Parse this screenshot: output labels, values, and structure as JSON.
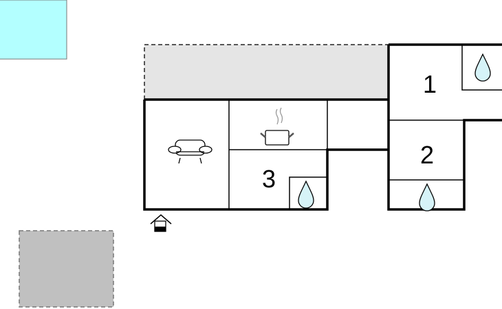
{
  "plan": {
    "rooms": [
      {
        "id": "bedroom-1",
        "label": "1"
      },
      {
        "id": "bedroom-2",
        "label": "2"
      },
      {
        "id": "bedroom-3",
        "label": "3"
      }
    ],
    "icons": [
      "sofa-icon",
      "cooking-pot-icon",
      "water-drop-icon",
      "entrance-icon"
    ],
    "colors": {
      "pool": "#b3ffff",
      "terrace": "#e5e5e5",
      "parking": "#c0c0c0",
      "water": "#d6f3f8",
      "wall": "#000000"
    }
  }
}
